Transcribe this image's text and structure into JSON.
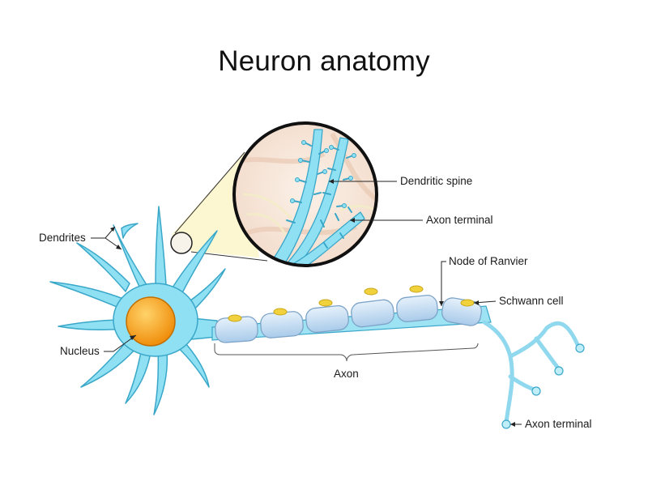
{
  "title": "Neuron anatomy",
  "labels": {
    "dendrites": "Dendrites",
    "nucleus": "Nucleus",
    "dendritic_spine": "Dendritic spine",
    "axon_terminal_zoom": "Axon terminal",
    "node_of_ranvier": "Node of Ranvier",
    "schwann_cell": "Schwann cell",
    "axon": "Axon",
    "axon_terminal": "Axon terminal"
  },
  "colors": {
    "cell_fill": "#8fe0f2",
    "cell_outline": "#3aa7c9",
    "nucleus_fill": "#f7a21a",
    "myelin_fill": "#cfe4f7",
    "schwann_nucleus": "#f2d23c",
    "zoom_background": "#f7e6d8",
    "zoom_ring": "#111111"
  }
}
